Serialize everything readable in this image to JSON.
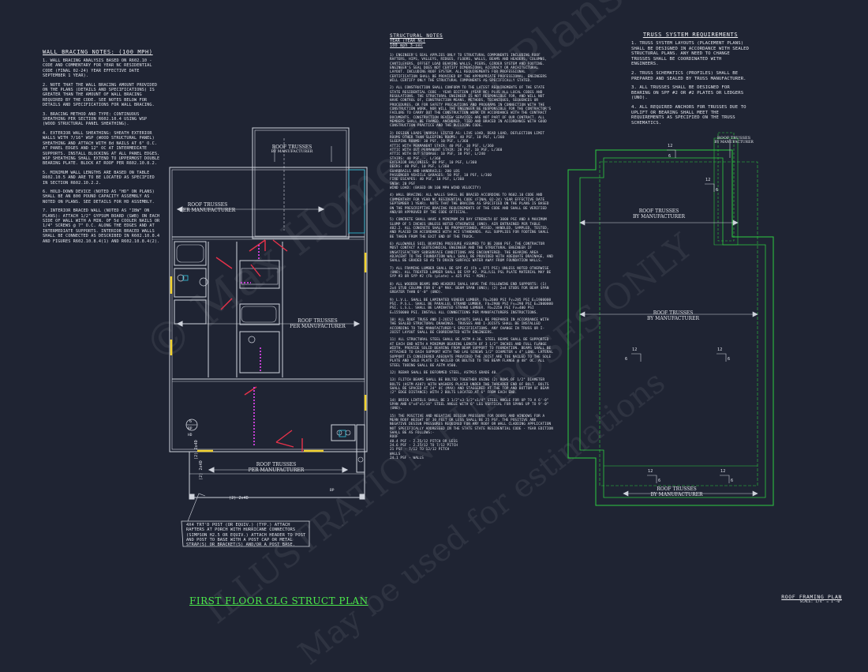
{
  "colors": {
    "background": "#1f2433",
    "linework": "#cfd3dc",
    "green_title": "#4be84b",
    "roof_outline": "#2ecc40",
    "door_red": "#e8324a",
    "header_yellow": "#f2d22e",
    "fixture_cyan": "#33c6e0",
    "callout_magenta": "#c23fd1"
  },
  "wall_bracing": {
    "title": "WALL BRACING NOTES: (100 MPH)",
    "notes": [
      "1. WALL BRACING ANALYSIS BASED ON R602.10 - CODE AND COMMENTARY FOR YEAR NC RESIDENTIAL CODE (FINAL 02-24) YEAR EFFECTIVE DATE SEPTEMBER 1 YEAR).",
      "2. NOTE THAT THE WALL BRACING AMOUNT PROVIDED ON THE PLANS (DETAILS AND SPECIFICATIONS) IS GREATER THAN THE AMOUNT OF WALL BRACING REQUIRED BY THE CODE. SEE NOTES BELOW FOR DETAILS AND SPECIFICATIONS FOR WALL BRACING.",
      "3. BRACING METHOD AND TYPE: CONTINUOUS SHEATHING PER SECTION R602.10.4 USING WSP (WOOD STRUCTURAL PANEL SHEATHING).",
      "4. EXTERIOR WALL SHEATHING: SHEATH EXTERIOR WALLS WITH 7/16\" WSP (WOOD STRUCTURAL PANEL) SHEATHING AND ATTACH WITH 8d NAILS AT 6\" O.C. AT PANEL EDGES AND 12\" OC AT INTERMEDIATE SUPPORTS. INSTALL BLOCKING AT ALL PANEL EDGES. WSP SHEATHING SHALL EXTEND TO UPPERMOST DOUBLE BEARING PLATE. BLOCK AT ROOF PER R602.10.8.2.",
      "5. MINIMUM WALL LENGTHS ARE BASED ON TABLE R602.10.5 AND ARE TO BE LOCATED AS SPECIFIED IN SECTION R602.10.2.2.",
      "6. HOLD-DOWN DEVICE (NOTED AS \"HD\" ON PLANS) SHALL BE AN 800 POUND CAPACITY ASSEMBLY AS NOTED ON PLANS. SEE DETAILS FOR HD ASSEMBLY.",
      "7. INTERIOR BRACED WALL (NOTED AS \"IBW\" ON PLANS): ATTACH 1/2\" GYPSUM BOARD (GWB) ON EACH SIDE OF WALL WITH A MIN. OF 5d COOLER NAILS OR 1/4\" SCREWS @ 7\" O.C. ALONG THE EDGES AND AT INTERMEDIATE SUPPORTS. INTERIOR BRACED WALLS SHALL BE CONNECTED AS DESCRIBED IN R602.10.8.4 AND FIGURES R602.10.8.4(1) AND R602.10.8.4(2)."
    ]
  },
  "structural_notes": {
    "title": "STRUCTURAL NOTES",
    "subtitle_lines": [
      "YEAR (YEAR NC)",
      "100 mph 3-sec"
    ],
    "notes": [
      "1) ENGINEER'S SEAL APPLIES ONLY TO STRUCTURAL COMPONENTS INCLUDING ROOF RAFTERS, HIPS, VALLEYS, RIDGES, FLOORS, WALLS, BEAMS AND HEADERS, COLUMNS, CANTILEVERS, OFFSET LOAD BEARING WALLS, PIERS, GIRDER SYSTEM AND FOOTING. ENGINEER'S SEAL DOES NOT CERTIFY DIMENSIONAL ACCURACY OR ARCHITECTURAL LAYOUT. INCLUDING ROOF SYSTEM. ALL REQUIREMENTS FOR PROFESSIONAL CERTIFICATION SHALL BE PROVIDED BY THE APPROPRIATE PROFESSIONAL. ENGINEERS WILL CERTIFY ONLY THE STRUCTURAL COMPONENTS AS SPECIFICALLY STATED.",
      "2) ALL CONSTRUCTION SHALL CONFORM TO THE LATEST REQUIREMENTS OF THE STATE STATE RESIDENTIAL CODE - YEAR EDITION (YEAR NC) PLUS ALL LOCAL CODES AND REGULATIONS. THE STRUCTURAL ENGINEER IS NOT RESPONSIBLE FOR, AND WILL NOT HAVE CONTROL OF, CONSTRUCTION MEANS, METHODS, TECHNIQUES, SEQUENCES OR PROCEDURES, OR FOR SAFETY PRECAUTIONS AND PROGRAMS IN CONNECTION WITH THE CONSTRUCTION WORK, NOR WILL THE ENGINEER BE RESPONSIBLE FOR THE CONTRACTOR'S FAILURE TO CARRY OUT THE CONSTRUCTION WORK IN ACCORDANCE WITH THE CONTRACT DOCUMENTS. CONSTRUCTION REVIEW SERVICES ARE NOT PART OF OUR CONTRACT. ALL MEMBERS SHALL BE FRAMED, ANCHORED, TIED AND BRACED IN ACCORDANCE WITH GOOD CONSTRUCTION PRACTICE AND THE BUILDING CODE.",
      "3) DESIGN LOADS (NRRSA) LISTED AS: LIVE LOAD, DEAD LOAD, DEFLECTION LIMIT",
      "ROOMS OTHER THAN SLEEPING ROOMS: 40 PSF, 10 PSF, L/360",
      "SLEEPING ROOMS: 30 PSF, 10 PSF, L/360",
      "ATTIC WITH PERMANENT STAIR: 40 PSF, 10 PSF, L/360",
      "ATTIC WITH OUT PERMANENT STAIR: 20 PSF, 10 PSF, L/360",
      "ATTIC WITH OUT STORAGE: 10 PSF, 10 PSF, L/240",
      "STAIRS: 40 PSF, -, L/360",
      "EXTERIOR BALCONIES: 60 PSF, 10 PSF, L/360",
      "DECKS: 40 PSF, 10 PSF, L/360",
      "GUARDRAILS AND HANDRAILS: 200 LBS",
      "PASSENGER VEHICLE GARAGES: 50 PSF, 10 PSF, L/360",
      "FIRE ESCAPES: 40 PSF, 10 PSF, L/360",
      "SNOW: 20 PSF",
      "WIND LOAD: (BASED ON 100 MPH WIND VELOCITY)",
      "4) WALL BRACING: ALL WALLS SHALL BE BRACED ACCORDING TO R602.10 CODE AND COMMENTARY FOR YEAR NC RESIDENTIAL CODE (FINAL 02-24) YEAR EFFECTIVE DATE SEPTEMBER 1 YEAR). NOTE THAT THE BRACING AS SPECIFIED ON THE PLANS IS BASED ON THE PRESCRIPTIVE BRACING REQUIREMENTS OF THE CODE AND SHALL BE VERIFIED AND/OR APPROVED BY THE CODE OFFICIAL.",
      "5) CONCRETE SHALL HAVE A MINIMUM 28 DAY STRENGTH OF 3000 PSI AND A MAXIMUM SLUMP OF 5 INCHES UNLESS NOTED OTHERWISE (UNO). AIR ENTRAINED PER TABLE 402.2. ALL CONCRETE SHALL BE PROPORTIONED, MIXED, HANDLED, SAMPLED, TESTED, AND PLACED IN ACCORDANCE WITH ACI STANDARDS. ALL SUPPLIES FOR FOOTING SHALL BE TAKEN FROM THE EXIT END OF THE TRUCK.",
      "6) ALLOWABLE SOIL BEARING PRESSURE ASSUMED TO BE 2000 PSF. THE CONTRACTOR MUST CONTACT A GEOTECHNICAL ENGINEER AND THE STRUCTURAL ENGINEER IF UNSATISFACTORY SUBSURFACE CONDITIONS ARE ENCOUNTERED. THE BEARING AREA ADJACENT TO THE FOUNDATION WALL SHALL BE PROVIDED WITH ADEQUATE DRAINAGE, AND SHALL BE GRADED SO AS TO DRAIN SURFACE WATER AWAY FROM FOUNDATION WALLS.",
      "7) ALL FRAMING LUMBER SHALL BE SPF #2 (Fb = 875 PSI) UNLESS NOTED OTHERWISE (UNO). ALL TREATED LUMBER SHALL BE SYP #2. PSL/LSL PSL PLATE MATERIAL MAY BE SYP #3 OR SYP #2 (Fb (plate) = 425 PSI - MIN).",
      "8) ALL WOODEN BEAMS AND HEADERS SHALL HAVE THE FOLLOWING END SUPPORTS: (1) 2x4 STUD COLUMN FOR 6'-0\" MAX. BEAM SPAN (UNO); (2) 2x4 STUDS FOR BEAM SPAN GREATER THAN 6'-0\" (UNO).",
      "9) L.V.L. SHALL BE LAMINATED VENEER LUMBER. Fb=2600 PSI Fv=285 PSI E=1900000 PSI. P.S.L. SHALL BE PARALLEL STRAND LUMBER. Fb=2900 PSI Fv=290 PSI E=2000000 PSI. L.S.L. SHALL BE LAMINATED STRAND LUMBER. Fb=2250 PSI Fv=400 PSI E=1550000 PSI. INSTALL ALL CONNECTIONS PER MANUFACTURERS INSTRUCTIONS.",
      "10) ALL ROOF TRUSS AND I-JOIST LAYOUTS SHALL BE PREPARED IN ACCORDANCE WITH THE SEALED STRUCTURAL DRAWINGS. TRUSSES AND I-JOISTS SHALL BE INSTALLED ACCORDING TO THE MANUFACTURER'S SPECIFICATIONS. ANY CHANGE IN TRUSS OR I-JOIST LAYOUT SHALL BE COORDINATED WITH ENGINEERS.",
      "11) ALL STRUCTURAL STEEL SHALL BE ASTM A-36. STEEL BEAMS SHALL BE SUPPORTED AT EACH END WITH A MINIMUM BEARING LENGTH OF 3 1/2\" INCHES AND FULL FLANGE WIDTH. PROVIDE SOLID BEARING FROM BEAM SUPPORT TO FOUNDATION. BEAMS SHALL BE ATTACHED TO EACH SUPPORT WITH TWO LAG SCREWS 1/2\" DIAMETER x 4\" LONG. LATERAL SUPPORT IS CONSIDERED ADEQUATE PROVIDED THE JOIST ARE TOE NAILED TO THE SOLE PLATE AND SOLE PLATE IS NAILED OR BOLTED TO THE BEAM FLANGE @ 48\" OC. ALL STEEL TUBING SHALL BE ASTM A500.",
      "12) REBAR SHALL BE DEFORMED STEEL, ASTM15 GRADE 40.",
      "13) FLITCH BEAMS SHALL BE BOLTED TOGETHER USING (2) ROWS OF 1/2\" DIAMETER BOLTS (ASTM A307) WITH WASHERS PLACED UNDER THE THREADED END OF BOLT. BOLTS SHALL BE SPACED AT 24\" OC (MAX) AND STAGGERED AT THE TOP AND BOTTOM OF BEAM (2\" EDGE DISTANCE) WITH 2 BOLTS LOCATED AT 6\" FROM EACH END.",
      "14) BRICK LINTELS SHALL BE 3 1/2\"x3 1/2\"x1/4\" STEEL ANGLE FOR UP TO A 6'-0\" SPAN AND 6\"x4\"x5/16\" STEEL ANGLE WITH 6\" LEG VERTICAL FOR SPANS UP TO 9'-0\" (UNO).",
      "15) THE POSITIVE AND NEGATIVE DESIGN PRESSURE FOR DOORS AND WINDOWS FOR A MEAN ROOF HEIGHT OF 30 FEET OR LESS SHALL BE 25 PSF. THE POSITIVE AND NEGATIVE DESIGN PRESSURES REQUIRED FOR ANY ROOF OR WALL CLADDING APPLICATION NOT SPECIFICALLY ADDRESSED IN THE STATE STATE RESIDENTIAL CODE - YEAR EDITION SHALL BE AS FOLLOWS:-",
      "ROOF",
      "48.4 PSF - 2.25/12 PITCH OR LESS",
      "24.6 PSF - 2.25/12 TO 7/12 PITCH",
      "21 PSF - 7/12 TO 12/12 PITCH",
      "WALLS",
      "24.1 PSF - WALLS"
    ]
  },
  "truss_requirements": {
    "title": "TRUSS SYSTEM REQUIREMENTS",
    "notes": [
      "1. TRUSS SYSTEM LAYOUTS (PLACEMENT PLANS) SHALL BE DESIGNED IN ACCORDANCE WITH SEALED STRUCTURAL PLANS. ANY NEED TO CHANGE TRUSSES SHALL BE COORDINATED WITH ENGINEERS.",
      "2. TRUSS SCHEMATICS (PROFILES) SHALL BE PREPARED AND SEALED BY TRUSS MANUFACTURER.",
      "3. ALL TRUSSES SHALL BE DESIGNED FOR BEARING ON SPF #2 OR #2 PLATES OR LEDGERS (UNO).",
      "4. ALL REQUIRED ANCHORS FOR TRUSSES DUE TO UPLIFT OR BEARING SHALL MEET THE REQUIREMENTS AS SPECIFIED ON THE TRUSS SCHEMATICS."
    ]
  },
  "first_floor_plan": {
    "title": "FIRST FLOOR CLG STRUCT PLAN",
    "truss_labels": [
      {
        "main": "ROOF TRUSSES",
        "sub": "BY MANUFACTURER"
      },
      {
        "main": "ROOF TRUSSES",
        "sub": "PER MANUFACTURER"
      },
      {
        "main": "ROOF TRUSSES",
        "sub": "PER MANUFACTURER"
      },
      {
        "main": "ROOF TRUSSES",
        "sub": "PER MANUFACTURER"
      }
    ],
    "dims": [
      "(2) 2x4D",
      "(2) 2x4D",
      "(2) 2x4D"
    ],
    "tags": [
      "6",
      "BP",
      "HD",
      "BP"
    ],
    "porch_note": "4X4 TRT'D POST (OR EQUIV.) (TYP.) ATTACH RAFTERS AT PORCH WITH HURRICANE CONNECTORS (SIMPSON H2.5 OR EQUIV.) ATTACH HEADER TO POST AND POST TO BASE WITH A POST CAP OR METAL STRAP(S) OR BRACKET(S) AND/OR A POST BASE."
  },
  "roof_plan": {
    "title": "ROOF FRAMING PLAN",
    "scale": "SCALE: 1/4\" = 1'-0\"",
    "truss_labels": [
      {
        "main": "ROOF TRUSSES",
        "sub": "BY MANUFACTURER"
      },
      {
        "main": "ROOF TRUSSES",
        "sub": "BY MANUFACTURER"
      },
      {
        "main": "ROOF TRUSSES",
        "sub": "BY MANUFACTURER"
      },
      {
        "main": "ROOF TRUSSES",
        "sub": "BY MANUFACTURER"
      }
    ],
    "pitch_marks": [
      {
        "rise": "12",
        "run": "6"
      },
      {
        "rise": "12",
        "run": "6"
      },
      {
        "rise": "12",
        "run": "6"
      },
      {
        "rise": "12",
        "run": "6"
      },
      {
        "rise": "12",
        "run": "6"
      },
      {
        "rise": "12",
        "run": "6"
      }
    ]
  },
  "watermark": {
    "text_1": "© Max Home Floor Plans",
    "text_2": "ILLUSTRATION PURPOSES ONLY",
    "text_3": "May be used for estimations"
  }
}
